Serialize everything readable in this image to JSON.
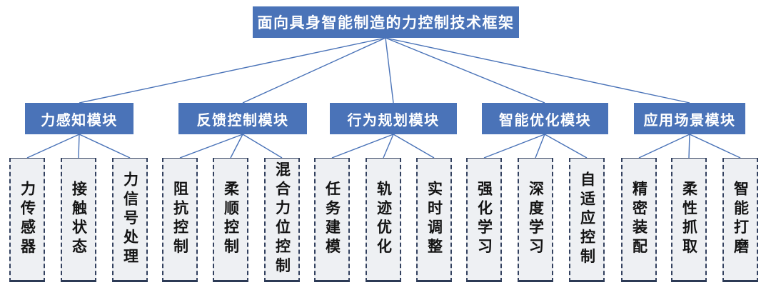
{
  "diagram": {
    "root": "面向具身智能制造的力控制技术框架",
    "modules": [
      {
        "label": "力感知模块",
        "children": [
          "力传感器",
          "接触状态",
          "力信号处理"
        ]
      },
      {
        "label": "反馈控制模块",
        "children": [
          "阻抗控制",
          "柔顺控制",
          "混合力位控制"
        ]
      },
      {
        "label": "行为规划模块",
        "children": [
          "任务建模",
          "轨迹优化",
          "实时调整"
        ]
      },
      {
        "label": "智能优化模块",
        "children": [
          "强化学习",
          "深度学习",
          "自适应控制"
        ]
      },
      {
        "label": "应用场景模块",
        "children": [
          "精密装配",
          "柔性抓取",
          "智能打磨"
        ]
      }
    ],
    "colors": {
      "node_fill": "#4a73b8",
      "node_text": "#ffffff",
      "line": "#4a73b8",
      "leaf_fill": "#eef0f3",
      "leaf_border": "#33415f",
      "leaf_text": "#141414"
    }
  }
}
